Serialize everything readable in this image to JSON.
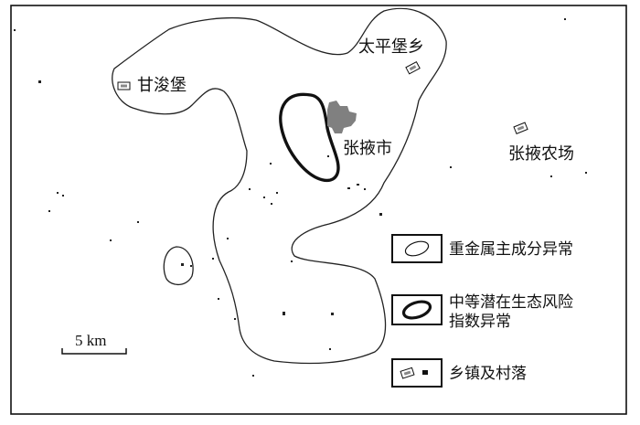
{
  "places": {
    "ganjunpu": "甘浚堡",
    "taipingpu": "太平堡乡",
    "zhangye_city": "张掖市",
    "zhangye_farm": "张掖农场"
  },
  "legend": {
    "heavy_metal": "重金属主成分异常",
    "eco_risk_line1": "中等潜在生态风险",
    "eco_risk_line2": "指数异常",
    "settlement": "乡镇及村落"
  },
  "scale": {
    "label": "5 km"
  },
  "colors": {
    "line": "#111111",
    "city": "#808080",
    "background": "#ffffff"
  }
}
